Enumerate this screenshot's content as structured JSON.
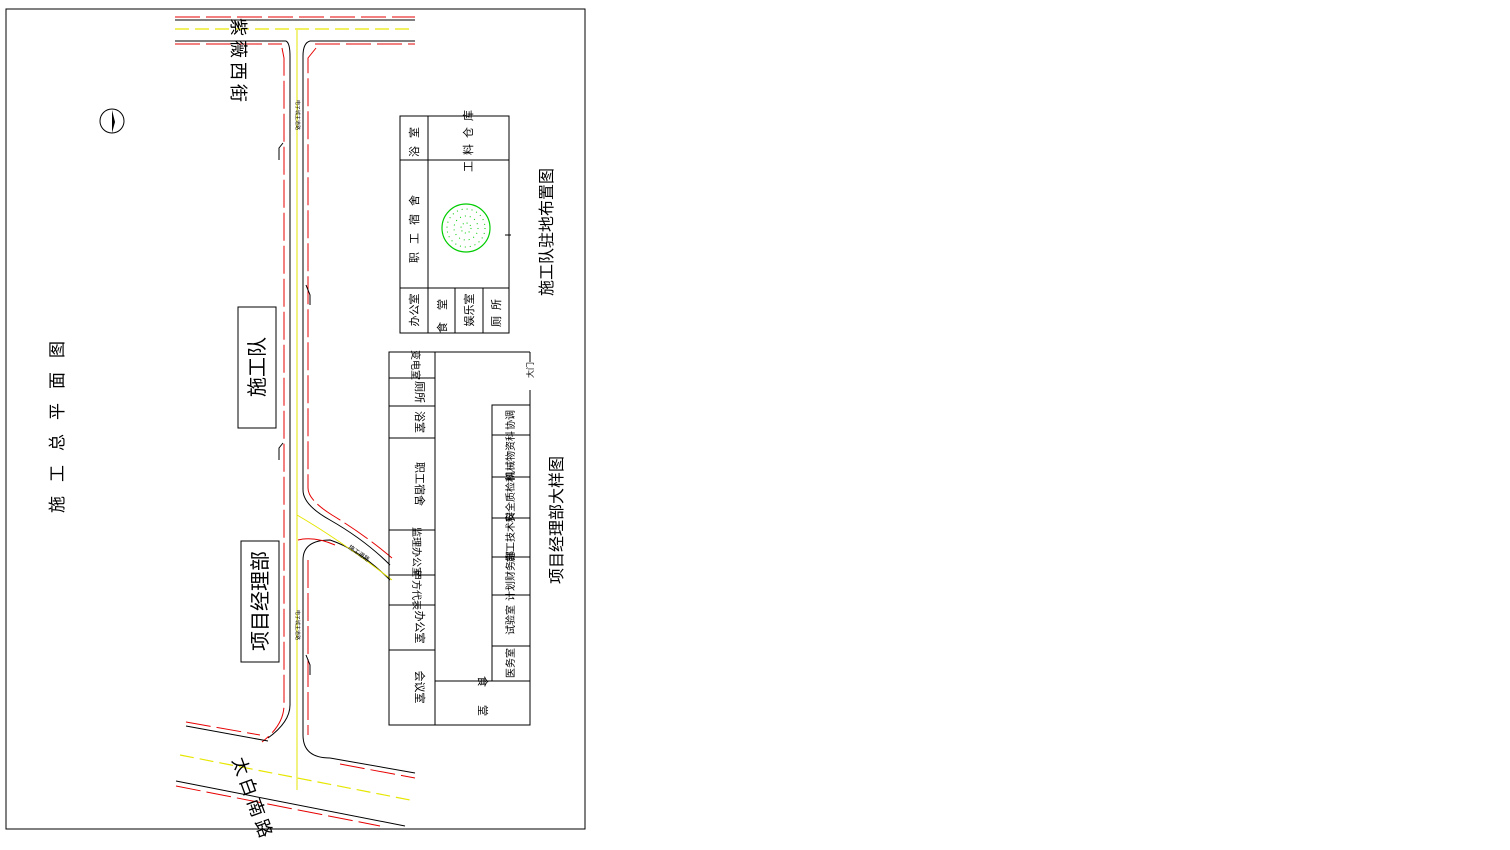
{
  "texts": {
    "main_title": "施工总平面图",
    "street_top": "紫薇西街",
    "street_bottom": "太白南路",
    "team_box": "施工队",
    "pm_box": "项目经理部",
    "camp_title": "施工队驻地布置图",
    "detail_title": "项目经理部大样图",
    "road_small_labels": [
      "电子城主道路",
      "电子城主道路"
    ],
    "branch_road_label": "施工道路",
    "gate": "大门"
  },
  "camp_rooms": {
    "bath": "浴室",
    "warehouse": "工料仓库",
    "dorm": "职工宿舍",
    "office": "办公室",
    "canteen": "食堂",
    "recreation": "娱乐室",
    "toilet": "厕所"
  },
  "pm_rooms": {
    "substation": "变电室",
    "toilet": "厕所",
    "bath": "浴室",
    "dorm": "职工宿舍",
    "supervisor": "监理办公室",
    "owner_rep": "甲方代表",
    "office": "办公室",
    "meeting": "会议室",
    "canteen": "食堂",
    "coord": "协调",
    "machinery": "机械物资科",
    "safety": "安全质检科",
    "construction": "施工技术科",
    "planning": "计划财务部",
    "lab": "试验室",
    "medical": "医务室"
  },
  "colors": {
    "line": "#000000",
    "road_edge": "#e60000",
    "centerline": "#e6e600",
    "tree": "#00cc00"
  },
  "icons": {
    "north": "north-arrow-icon",
    "tree": "tree-circle-icon"
  }
}
